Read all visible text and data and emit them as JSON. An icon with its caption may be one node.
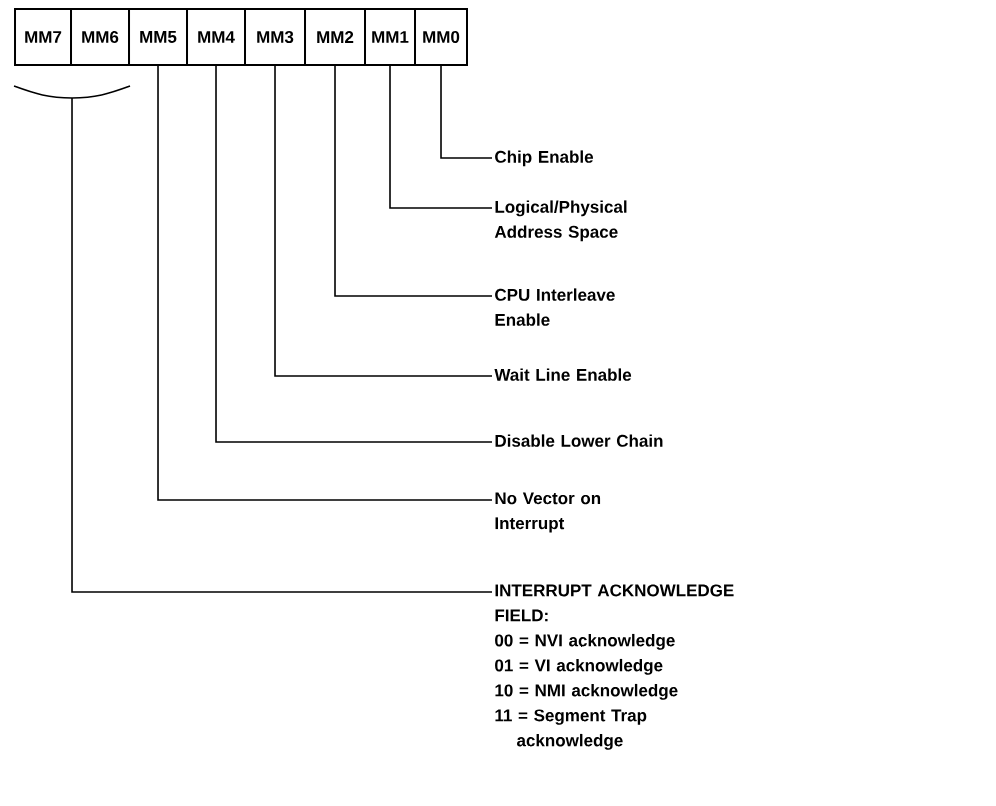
{
  "diagram": {
    "nodes": [
      {
        "text": [
          "MM7"
        ]
      },
      {
        "text": [
          "MM6"
        ]
      },
      {
        "text": [
          "MM5"
        ]
      },
      {
        "text": [
          "MM4"
        ]
      },
      {
        "text": [
          "MM3"
        ]
      },
      {
        "text": [
          "MM2"
        ]
      },
      {
        "text": [
          "MM1"
        ]
      },
      {
        "text": [
          "MM0"
        ]
      },
      {
        "text": [
          "Chip Enable"
        ]
      },
      {
        "text": [
          "Logical/Physical Address Space"
        ]
      },
      {
        "text": [
          "CPU Interleave Enable"
        ]
      },
      {
        "text": [
          "Wait Line Enable"
        ]
      },
      {
        "text": [
          "Disable Lower Chain"
        ]
      },
      {
        "text": [
          "No Vector on Interrupt"
        ]
      },
      {
        "text": [
          "INTERRUPT ACKNOWLEDGE FIELD:",
          "00 = NVI acknowledge",
          "01 = VI acknowledge",
          "10 = NMI acknowledge",
          "11 = Segment Trap acknowledge"
        ]
      }
    ],
    "edges": [
      {
        "from": 7,
        "to": 8,
        "arrow": "none"
      },
      {
        "from": 6,
        "to": 9,
        "arrow": "none"
      },
      {
        "from": 5,
        "to": 10,
        "arrow": "none"
      },
      {
        "from": 4,
        "to": 11,
        "arrow": "none"
      },
      {
        "from": 3,
        "to": 12,
        "arrow": "none"
      },
      {
        "from": 2,
        "to": 13,
        "arrow": "none"
      },
      {
        "from": 0,
        "to": 14,
        "arrow": "none"
      },
      {
        "from": 1,
        "to": 14,
        "arrow": "none"
      }
    ]
  }
}
